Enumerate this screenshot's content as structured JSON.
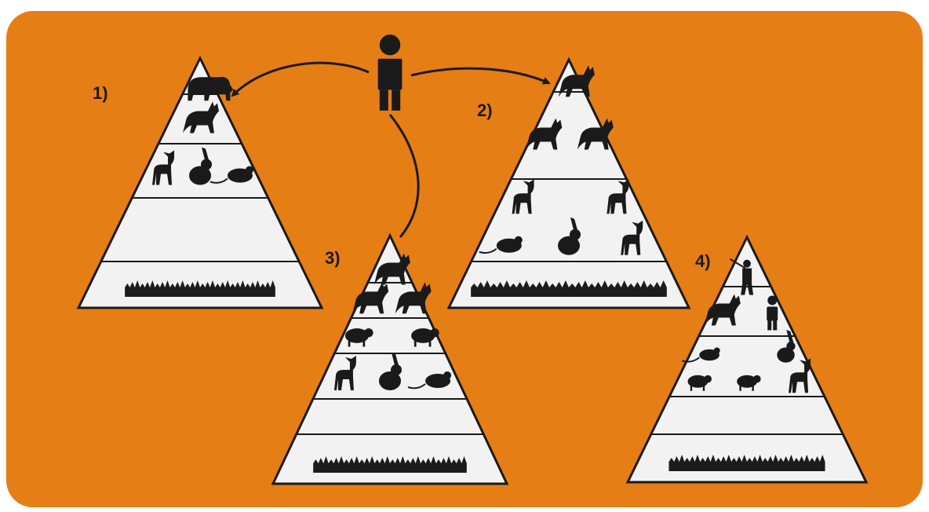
{
  "colors": {
    "background": "#e67e16",
    "pyramid_fill": "#f2f2f2",
    "ink": "#1a1a1a"
  },
  "labels": [
    "1)",
    "2)",
    "3)",
    "4)"
  ],
  "pyramids": [
    {
      "label": "1)",
      "levels": [
        {
          "name": "apex",
          "icons": [
            "lion-icon"
          ]
        },
        {
          "name": "predators",
          "icons": [
            "jackal-icon"
          ]
        },
        {
          "name": "herbivores",
          "icons": [
            "deer-icon",
            "rabbit-icon",
            "mouse-icon"
          ]
        },
        {
          "name": "vegetation",
          "icons": [
            "grass-icon"
          ]
        }
      ]
    },
    {
      "label": "2)",
      "levels": [
        {
          "name": "apex",
          "icons": [
            "jackal-icon"
          ]
        },
        {
          "name": "predators",
          "icons": [
            "jackal-icon",
            "jackal-icon"
          ]
        },
        {
          "name": "herbivores",
          "icons": [
            "deer-icon",
            "deer-icon",
            "mouse-icon",
            "rabbit-icon",
            "deer-icon"
          ]
        },
        {
          "name": "vegetation",
          "icons": [
            "grass-icon"
          ]
        }
      ]
    },
    {
      "label": "3)",
      "levels": [
        {
          "name": "apex",
          "icons": [
            "jackal-icon"
          ]
        },
        {
          "name": "predators",
          "icons": [
            "jackal-icon",
            "jackal-icon"
          ]
        },
        {
          "name": "livestock",
          "icons": [
            "sheep-icon",
            "sheep-icon"
          ]
        },
        {
          "name": "herbivores",
          "icons": [
            "deer-icon",
            "rabbit-icon",
            "mouse-icon"
          ]
        },
        {
          "name": "vegetation",
          "icons": [
            "grass-icon"
          ]
        }
      ]
    },
    {
      "label": "4)",
      "levels": [
        {
          "name": "apex",
          "icons": [
            "hunter-icon"
          ]
        },
        {
          "name": "predators",
          "icons": [
            "jackal-icon",
            "person-icon"
          ]
        },
        {
          "name": "herbivores",
          "icons": [
            "mouse-icon",
            "rabbit-icon",
            "sheep-icon",
            "sheep-icon",
            "deer-icon"
          ]
        },
        {
          "name": "vegetation",
          "icons": [
            "grass-icon"
          ]
        }
      ]
    }
  ],
  "human_icon": "person-icon",
  "arrows": [
    "human-to-pyramid-1",
    "human-to-pyramid-2",
    "human-to-pyramid-3"
  ]
}
